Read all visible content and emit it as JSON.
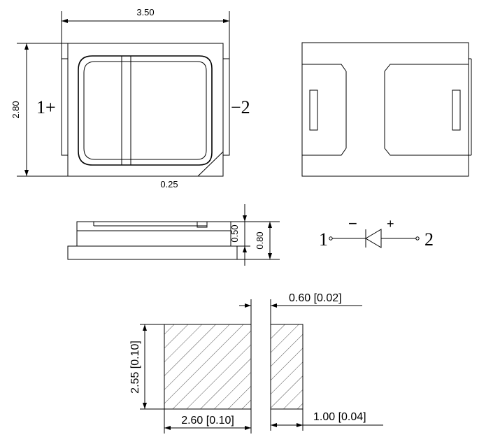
{
  "top_view": {
    "width_dim": "3.50",
    "height_dim": "2.80",
    "corner_dim": "0.25",
    "left_pin": "1+",
    "right_pin": "−2"
  },
  "side_view": {
    "lens_height_dim": "0.50",
    "total_height_dim": "0.80"
  },
  "schematic": {
    "pin_left": "1",
    "pin_right": "2",
    "minus_mark": "−",
    "plus_mark": "+"
  },
  "footprint": {
    "gap_dim": "0.60 [0.02]",
    "height_dim": "2.55 [0.10]",
    "large_pad_width_dim": "2.60 [0.10]",
    "small_pad_width_dim": "1.00 [0.04]"
  }
}
